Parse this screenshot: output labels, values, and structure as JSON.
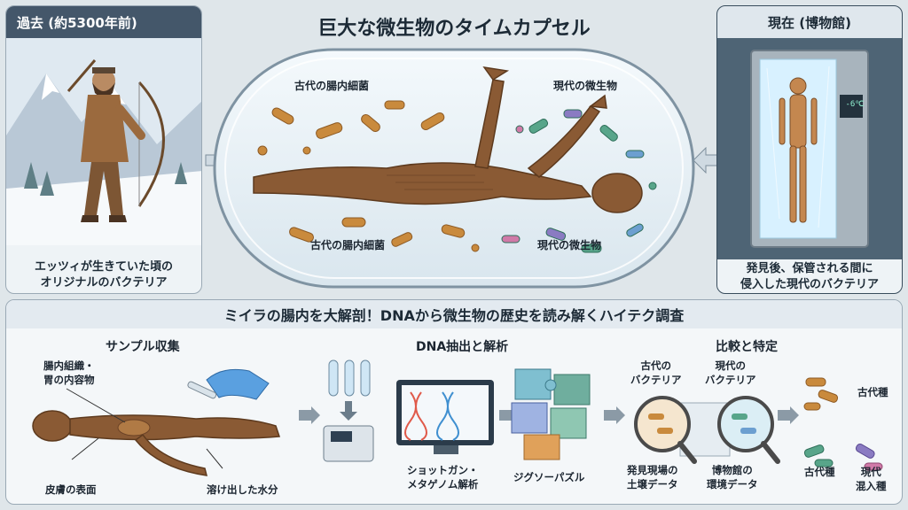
{
  "past": {
    "title": "過去 (約5300年前)",
    "caption_line1": "エッツィが生きていた頃の",
    "caption_line2": "オリジナルのバクテリア"
  },
  "present": {
    "title": "現在 (博物館)",
    "freezer_temp": "-6℃",
    "caption_line1": "発見後、保管される間に",
    "caption_line2": "侵入した現代のバクテリア"
  },
  "capsule": {
    "title": "巨大な微生物のタイムカプセル",
    "label_ancient_top": "古代の腸内細菌",
    "label_modern_top": "現代の微生物",
    "label_ancient_bottom": "古代の腸内細菌",
    "label_modern_bottom": "現代の微生物"
  },
  "bottom": {
    "title": "ミイラの腸内を大解剖！DNAから微生物の歴史を読み解くハイテク調査",
    "step1": {
      "title": "サンプル収集",
      "label_tissue_1": "腸内組織・",
      "label_tissue_2": "胃の内容物",
      "label_skin": "皮膚の表面",
      "label_water": "溶け出した水分"
    },
    "step2": {
      "title": "DNA抽出と解析",
      "label_line1": "ショットガン・",
      "label_line2": "メタゲノム解析"
    },
    "step3": {
      "label": "ジグソーパズル"
    },
    "step4": {
      "title": "比較と特定",
      "ancient_bact_1": "古代の",
      "ancient_bact_2": "バクテリア",
      "modern_bact_1": "現代の",
      "modern_bact_2": "バクテリア",
      "site_data_1": "発見現場の",
      "site_data_2": "土壌データ",
      "museum_data_1": "博物館の",
      "museum_data_2": "環境データ"
    },
    "result": {
      "ancient_1": "古代種",
      "ancient_2": "古代種",
      "modern_1": "現代",
      "modern_2": "混入種"
    }
  },
  "colors": {
    "header": "#44576a",
    "ancient_bacteria": "#c98a3d",
    "modern_bacteria": "#58a58a",
    "mummy": "#8a5a34"
  }
}
